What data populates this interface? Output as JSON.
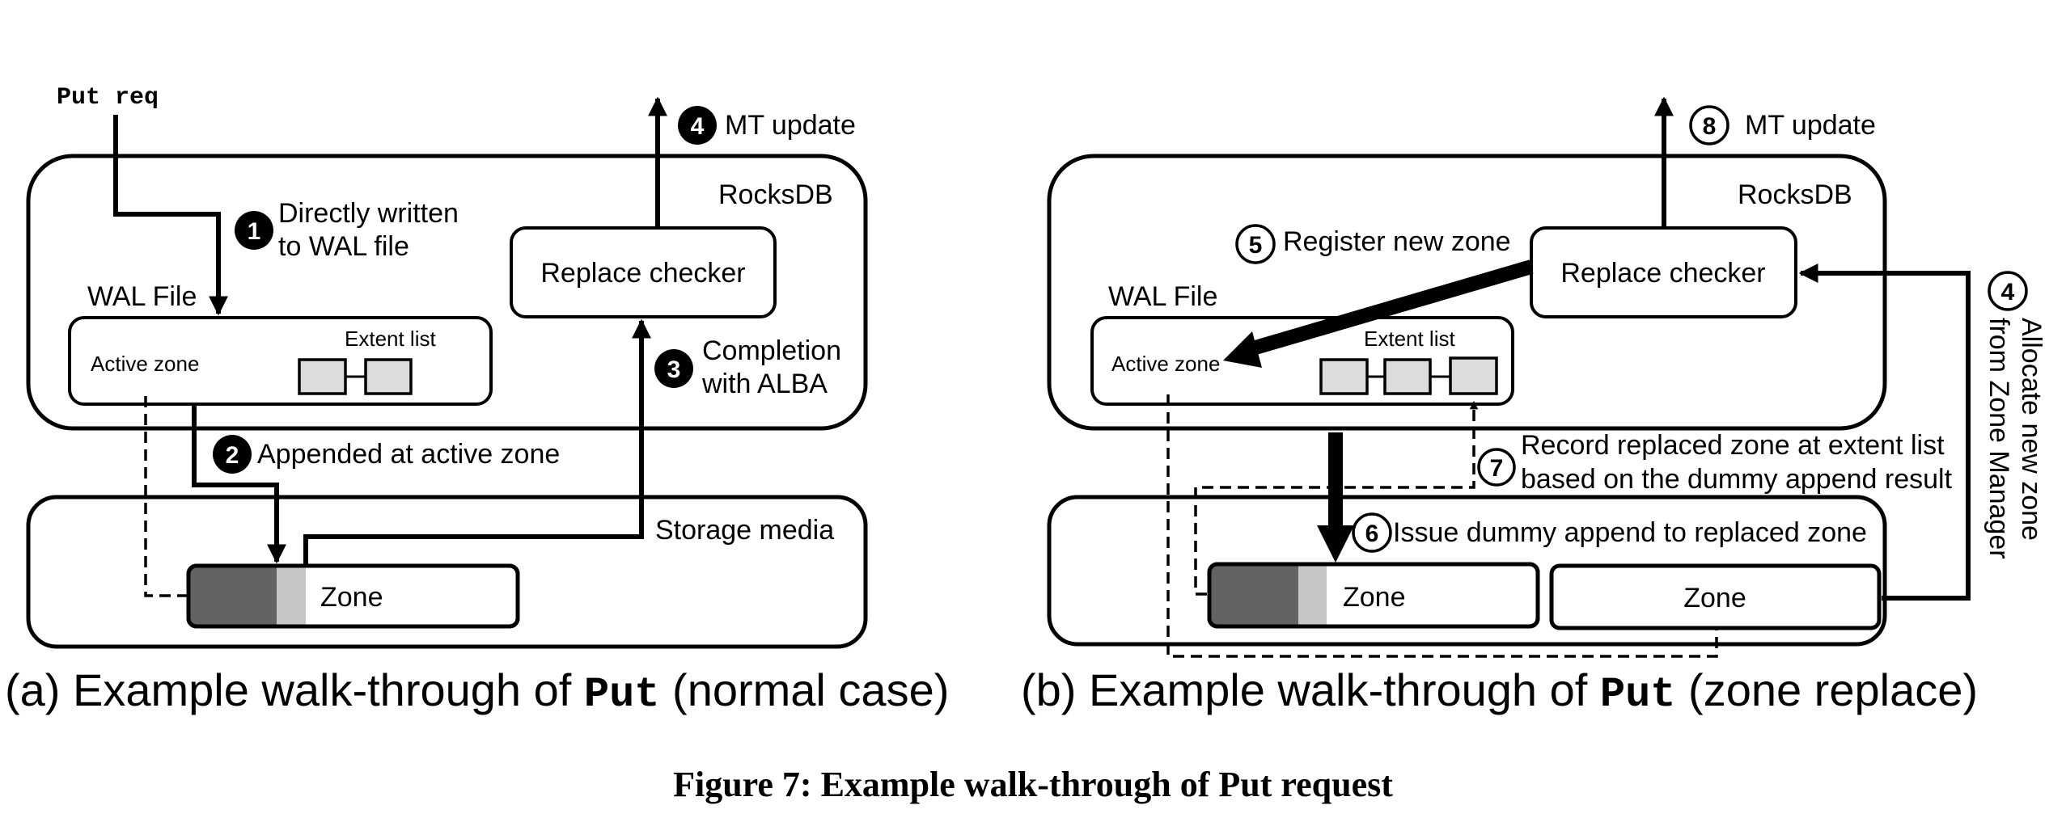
{
  "figure": {
    "title": "Figure 7: Example walk-through of Put request"
  },
  "panel_a": {
    "caption_prefix": "(a) Example walk-through of ",
    "caption_code": "Put",
    "caption_suffix": " (normal case)",
    "request_label": "Put req",
    "rocksdb_label": "RocksDB",
    "wal_label": "WAL File",
    "active_zone_label": "Active zone",
    "extent_list_label": "Extent list",
    "replace_checker_label": "Replace checker",
    "storage_label": "Storage media",
    "zone_label": "Zone",
    "steps": [
      {
        "num": "1",
        "style": "filled",
        "lines": [
          "Directly written",
          "to WAL file"
        ]
      },
      {
        "num": "2",
        "style": "filled",
        "lines": [
          "Appended at active zone"
        ]
      },
      {
        "num": "3",
        "style": "filled",
        "lines": [
          "Completion",
          "with ALBA"
        ]
      },
      {
        "num": "4",
        "style": "filled",
        "lines": [
          "MT update"
        ]
      }
    ],
    "extent_count": 2
  },
  "panel_b": {
    "caption_prefix": "(b) Example walk-through of ",
    "caption_code": "Put",
    "caption_suffix": " (zone replace)",
    "rocksdb_label": "RocksDB",
    "wal_label": "WAL File",
    "active_zone_label": "Active zone",
    "extent_list_label": "Extent list",
    "replace_checker_label": "Replace checker",
    "zone_label_1": "Zone",
    "zone_label_2": "Zone",
    "steps": [
      {
        "num": "4",
        "style": "outline",
        "lines": [
          "Allocate new zone",
          "from Zone Manager"
        ]
      },
      {
        "num": "5",
        "style": "outline",
        "lines": [
          "Register new zone"
        ]
      },
      {
        "num": "6",
        "style": "outline",
        "lines": [
          "Issue dummy append to replaced zone"
        ]
      },
      {
        "num": "7",
        "style": "outline",
        "lines": [
          "Record replaced zone at extent list",
          "based on the dummy append result"
        ]
      },
      {
        "num": "8",
        "style": "outline",
        "lines": [
          "MT update"
        ]
      }
    ],
    "extent_count": 3
  },
  "colors": {
    "zone_filled": "#636363",
    "zone_partial": "#c6c6c6",
    "extent_fill": "#dcdcdc",
    "ink": "#000000"
  }
}
